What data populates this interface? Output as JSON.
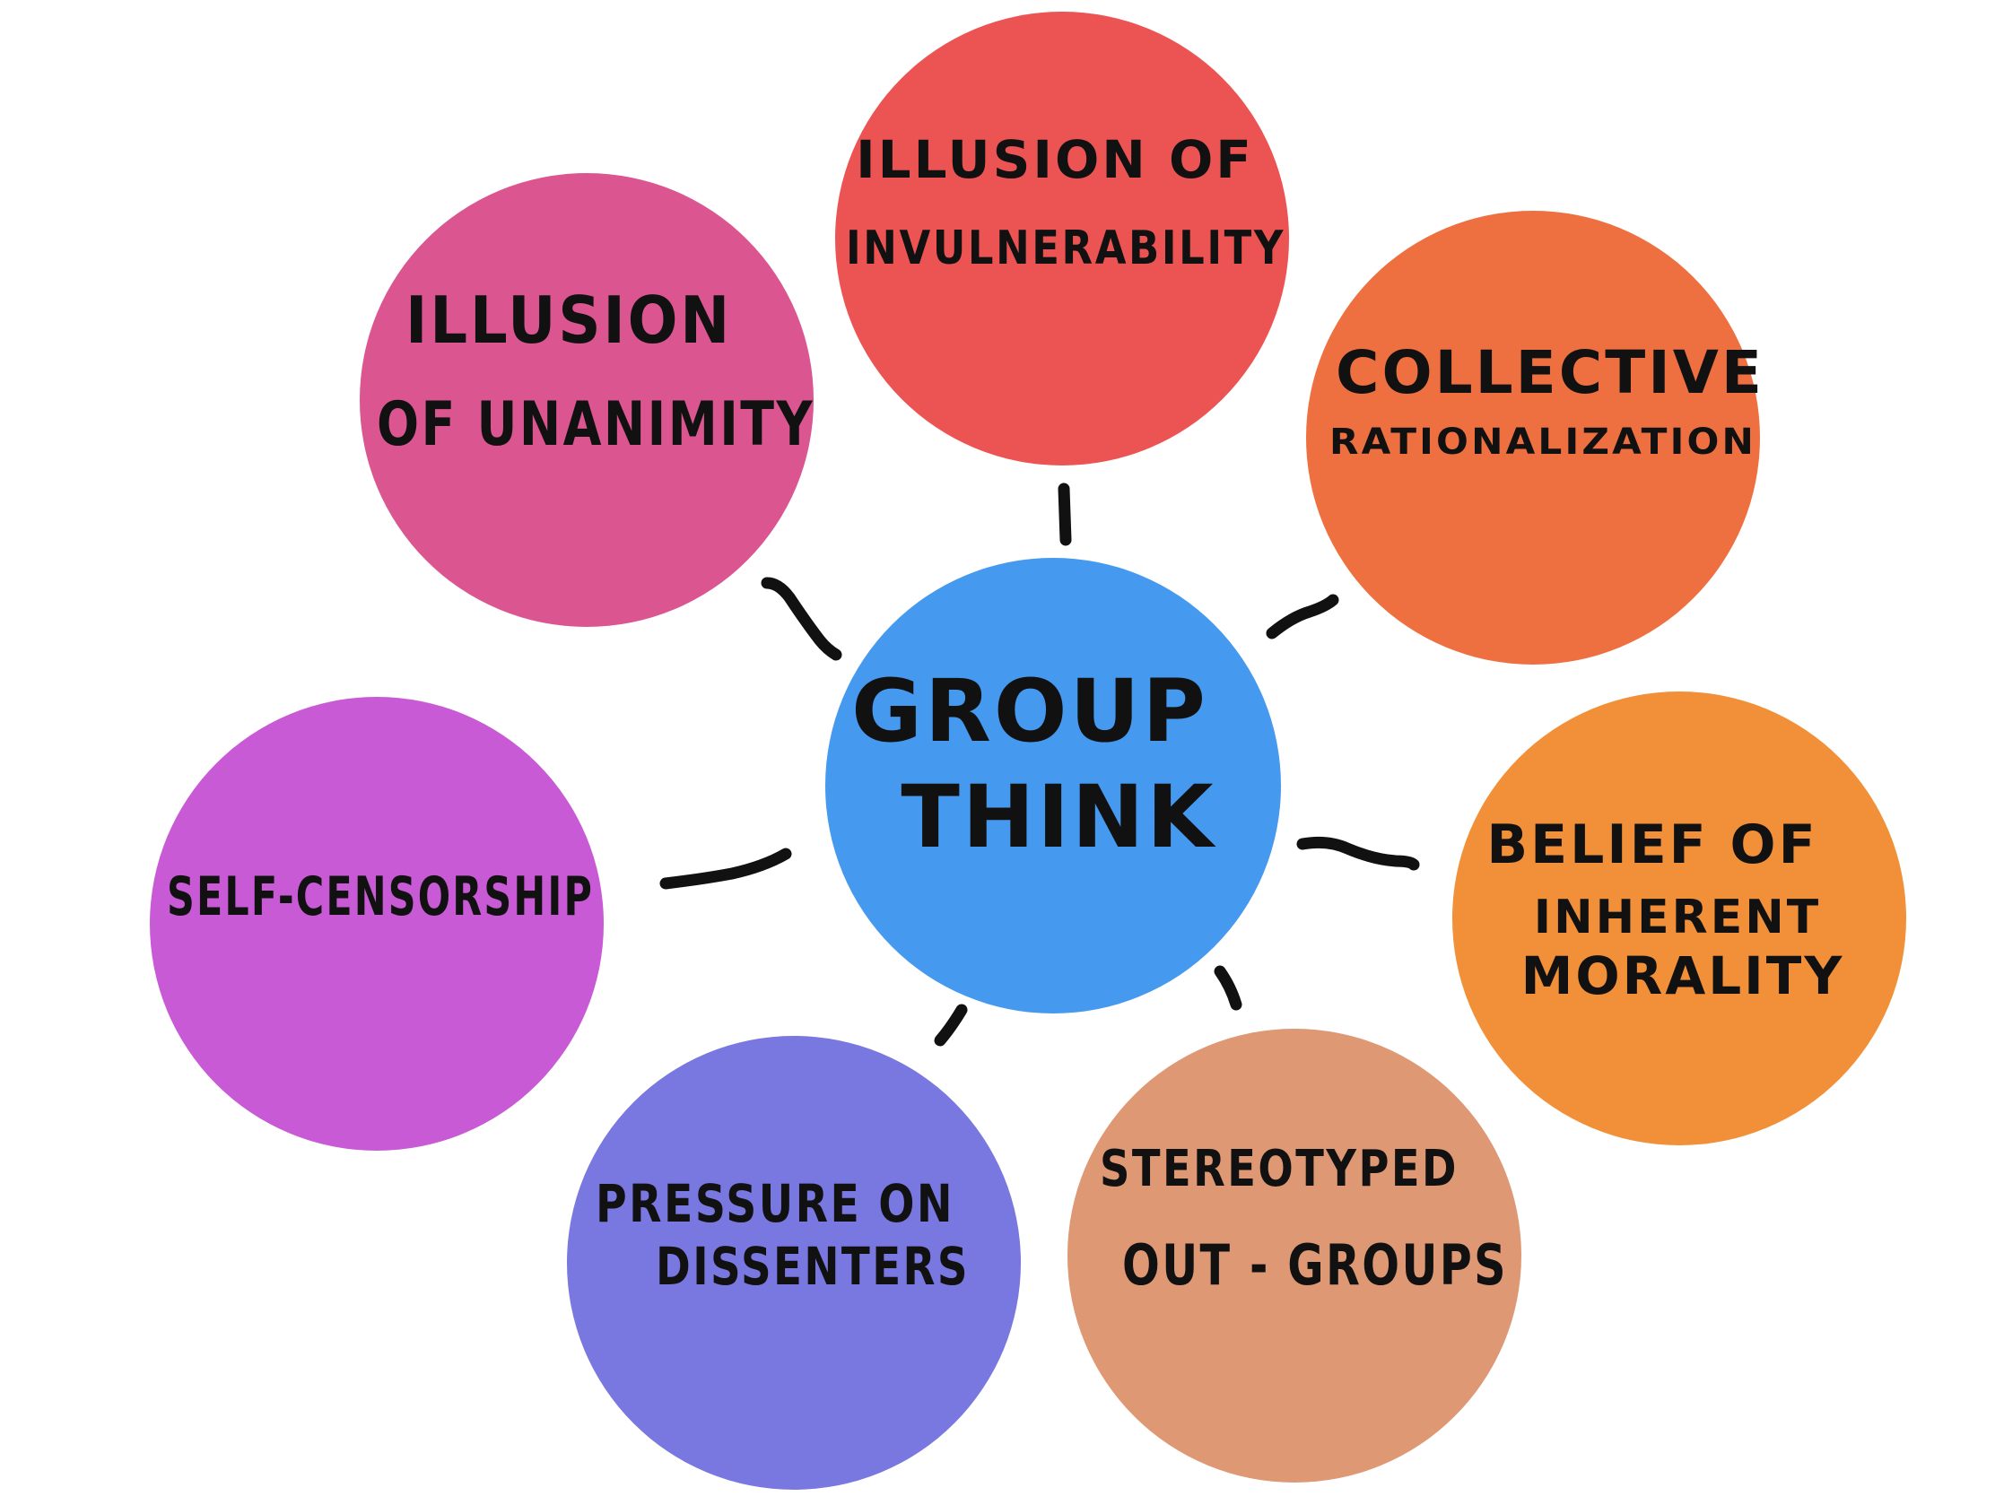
{
  "diagram": {
    "center": {
      "lines": [
        "GROUP",
        "THINK"
      ],
      "color": "#4599EF"
    },
    "nodes": [
      {
        "id": "illusion-of-invulnerability",
        "lines": [
          "ILLUSION OF",
          "INVULNERABILITY"
        ],
        "color": "#EC5453"
      },
      {
        "id": "collective-rationalization",
        "lines": [
          "COLLECTIVE",
          "RATIONALIZATION"
        ],
        "color": "#EE7040"
      },
      {
        "id": "belief-of-inherent-morality",
        "lines": [
          "BELIEF OF",
          "INHERENT",
          "MORALITY"
        ],
        "color": "#F19038"
      },
      {
        "id": "stereotyped-out-groups",
        "lines": [
          "STEREOTYPED",
          "OUT - GROUPS"
        ],
        "color": "#DE9873"
      },
      {
        "id": "pressure-on-dissenters",
        "lines": [
          "PRESSURE ON",
          "DISSENTERS"
        ],
        "color": "#7977E0"
      },
      {
        "id": "self-censorship",
        "lines": [
          "SELF-CENSORSHIP"
        ],
        "color": "#C95AD6"
      },
      {
        "id": "illusion-of-unanimity",
        "lines": [
          "ILLUSION",
          "OF UNANIMITY"
        ],
        "color": "#DB5690"
      }
    ]
  }
}
